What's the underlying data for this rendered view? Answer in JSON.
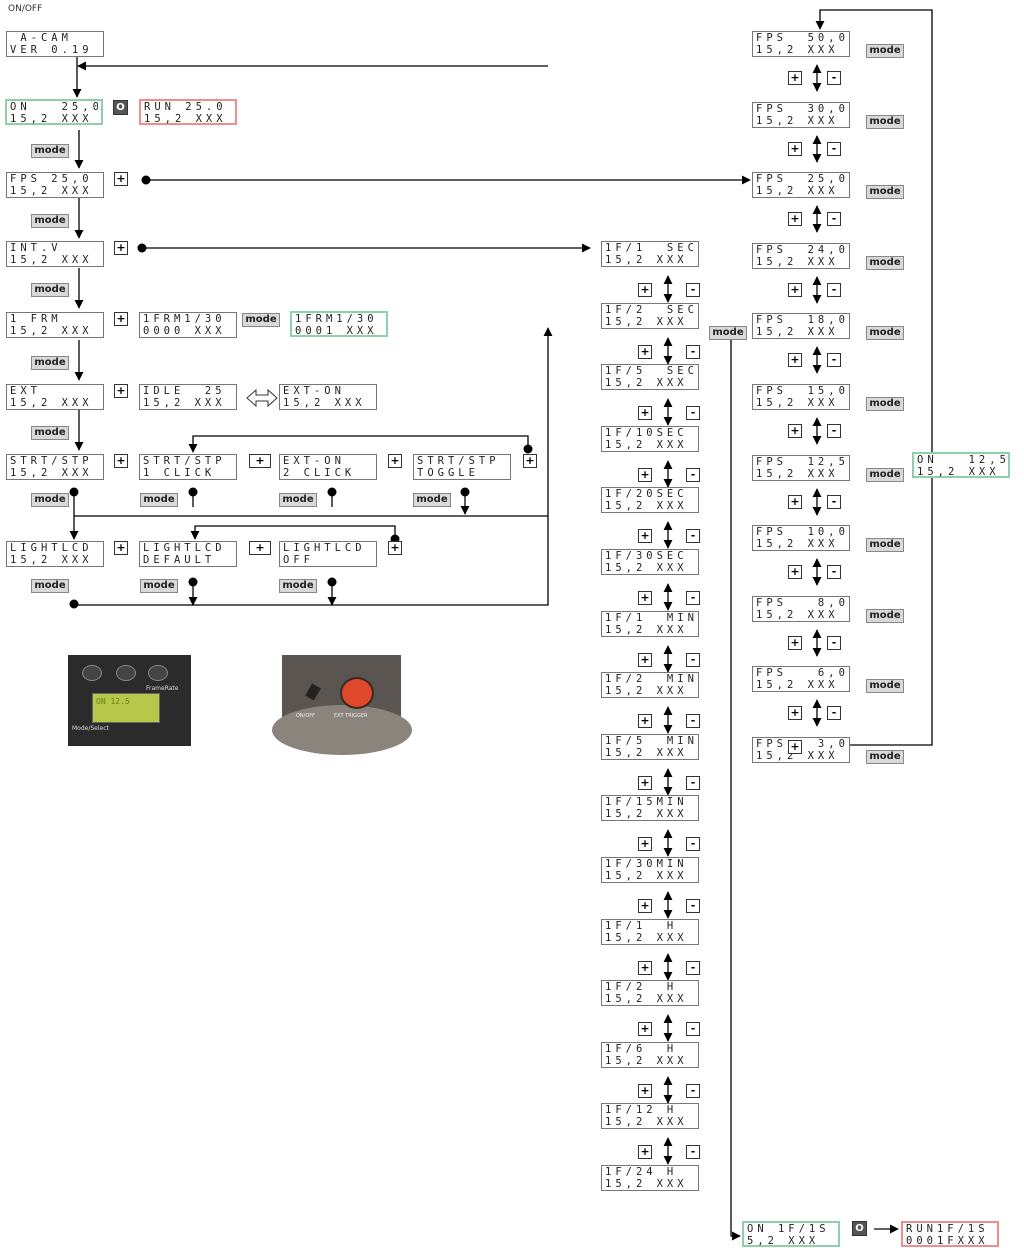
{
  "caption": "ON/OFF",
  "colors": {
    "green_box": "#8fd0a8",
    "red_box": "#f08c8c",
    "line": "#000000"
  },
  "labels": {
    "mode": "mode",
    "plus": "+",
    "minus": "-",
    "onoff": "O"
  },
  "left": {
    "title": {
      "l1": " A-CAM",
      "l2": "VER 0.19"
    },
    "on_screen": {
      "l1": "ON   25,0",
      "l2": "15,2 XXX"
    },
    "run_screen": {
      "l1": "RUN 25.0",
      "l2": "15,2 XXX"
    },
    "fps": {
      "l1": "FPS 25,0",
      "l2": "15,2 XXX"
    },
    "intv": {
      "l1": "INT.V",
      "l2": "15,2 XXX"
    },
    "frm": {
      "l1": "1 FRM",
      "l2": "15,2 XXX"
    },
    "frm_a": {
      "l1": "1FRM1/30",
      "l2": "0000 XXX"
    },
    "frm_b": {
      "l1": "1FRM1/30",
      "l2": "0001 XXX"
    },
    "ext": {
      "l1": "EXT",
      "l2": "15,2 XXX"
    },
    "idle": {
      "l1": "IDLE  25",
      "l2": "15,2 XXX"
    },
    "exton": {
      "l1": "EXT-ON",
      "l2": "15,2 XXX"
    },
    "strt": {
      "l1": "STRT/STP",
      "l2": "15,2 XXX"
    },
    "strt1": {
      "l1": "STRT/STP",
      "l2": "1 CLICK"
    },
    "exton2": {
      "l1": "EXT-ON",
      "l2": "2 CLICK"
    },
    "strt_toggle": {
      "l1": "STRT/STP",
      "l2": "TOGGLE"
    },
    "light": {
      "l1": "LIGHTLCD",
      "l2": "15,2 XXX"
    },
    "light_def": {
      "l1": "LIGHTLCD",
      "l2": "DEFAULT"
    },
    "light_off": {
      "l1": "LIGHTLCD",
      "l2": "OFF"
    }
  },
  "photos": {
    "lcd_panel": {
      "display": "ON 12.5",
      "labels": [
        "FrameRate",
        "Mode/Select"
      ]
    },
    "button_panel": {
      "labels": [
        "ON/OFF",
        "EXT TRIGGER"
      ]
    }
  },
  "interval_column": [
    {
      "l1": "1F/1  SEC",
      "l2": "15,2 XXX"
    },
    {
      "l1": "1F/2  SEC",
      "l2": "15,2 XXX"
    },
    {
      "l1": "1F/5  SEC",
      "l2": "15,2 XXX"
    },
    {
      "l1": "1F/10SEC",
      "l2": "15,2 XXX"
    },
    {
      "l1": "1F/20SEC",
      "l2": "15,2 XXX"
    },
    {
      "l1": "1F/30SEC",
      "l2": "15,2 XXX"
    },
    {
      "l1": "1F/1  MIN",
      "l2": "15,2 XXX"
    },
    {
      "l1": "1F/2  MIN",
      "l2": "15,2 XXX"
    },
    {
      "l1": "1F/5  MIN",
      "l2": "15,2 XXX"
    },
    {
      "l1": "1F/15MIN",
      "l2": "15,2 XXX"
    },
    {
      "l1": "1F/30MIN",
      "l2": "15,2 XXX"
    },
    {
      "l1": "1F/1  H",
      "l2": "15,2 XXX"
    },
    {
      "l1": "1F/2  H",
      "l2": "15,2 XXX"
    },
    {
      "l1": "1F/6  H",
      "l2": "15,2 XXX"
    },
    {
      "l1": "1F/12 H",
      "l2": "15,2 XXX"
    },
    {
      "l1": "1F/24 H",
      "l2": "15,2 XXX"
    }
  ],
  "interval_result": {
    "on": {
      "l1": "ON 1F/1S",
      "l2": "5,2 XXX"
    },
    "run": {
      "l1": "RUN1F/1S",
      "l2": "0001FXXX"
    }
  },
  "fps_column": [
    {
      "l1": "FPS  50,0",
      "l2": "15,2 XXX"
    },
    {
      "l1": "FPS  30,0",
      "l2": "15,2 XXX"
    },
    {
      "l1": "FPS  25,0",
      "l2": "15,2 XXX"
    },
    {
      "l1": "FPS  24,0",
      "l2": "15,2 XXX"
    },
    {
      "l1": "FPS  18,0",
      "l2": "15,2 XXX"
    },
    {
      "l1": "FPS  15,0",
      "l2": "15,2 XXX"
    },
    {
      "l1": "FPS  12,5",
      "l2": "15,2 XXX"
    },
    {
      "l1": "FPS  10,0",
      "l2": "15,2 XXX"
    },
    {
      "l1": "FPS   8,0",
      "l2": "15,2 XXX"
    },
    {
      "l1": "FPS   6,0",
      "l2": "15,2 XXX"
    },
    {
      "l1": "FPS   3,0",
      "l2": "15,2 XXX"
    }
  ],
  "fps_result": {
    "l1": "ON   12,5",
    "l2": "15,2 XXX"
  }
}
